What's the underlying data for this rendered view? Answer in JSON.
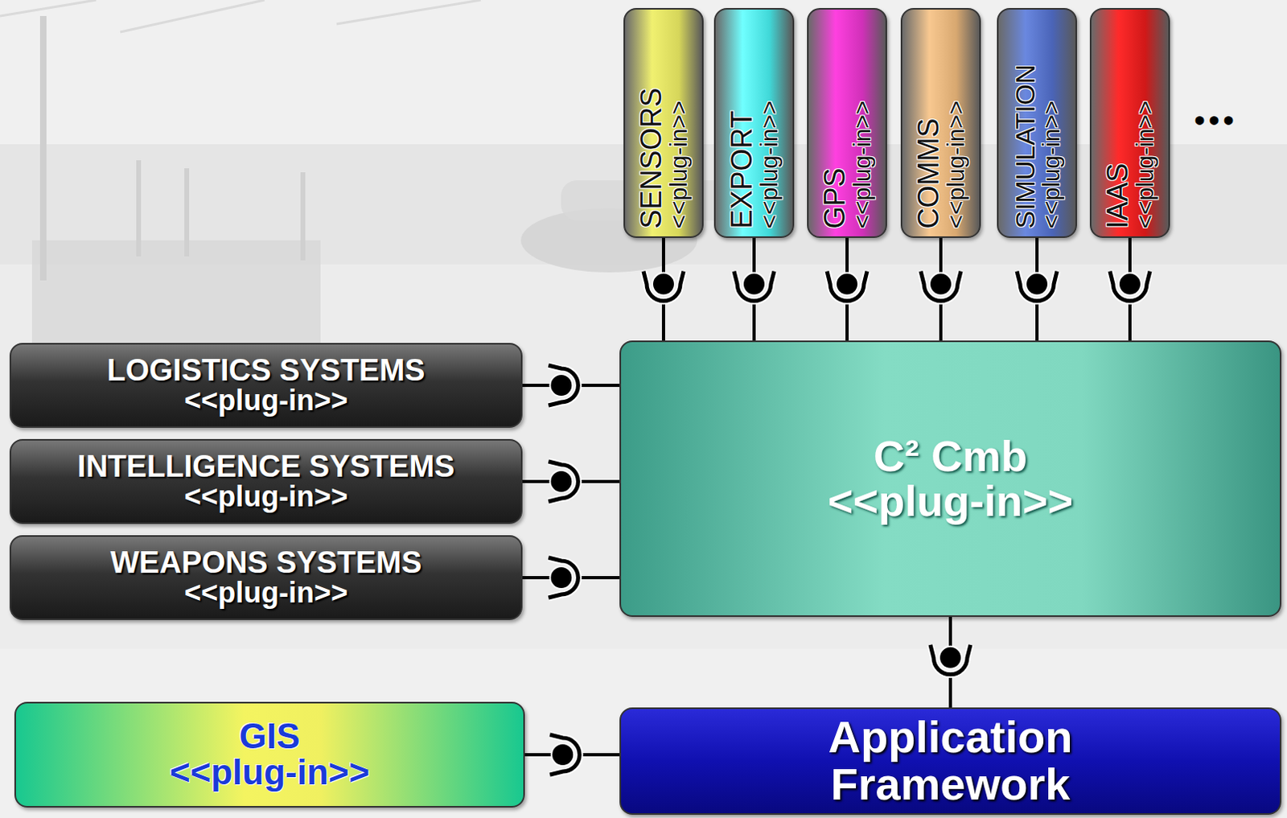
{
  "diagram": {
    "nodes": [
      {
        "text": [
          "SENSORS",
          "<<plug-in>>"
        ]
      },
      {
        "text": [
          "EXPORT",
          "<<plug-in>>"
        ]
      },
      {
        "text": [
          "GPS",
          "<<plug-in>>"
        ]
      },
      {
        "text": [
          "COMMS",
          "<<plug-in>>"
        ]
      },
      {
        "text": [
          "SIMULATION",
          "<<plug-in>>"
        ]
      },
      {
        "text": [
          "IAAS",
          "<<plug-in>>"
        ]
      },
      {
        "text": [
          "LOGISTICS SYSTEMS",
          "<<plug-in>>"
        ]
      },
      {
        "text": [
          "INTELLIGENCE SYSTEMS",
          "<<plug-in>>"
        ]
      },
      {
        "text": [
          "WEAPONS SYSTEMS",
          "<<plug-in>>"
        ]
      },
      {
        "text": [
          "C² Cmb",
          "<<plug-in>>"
        ]
      },
      {
        "text": [
          "GIS",
          "<<plug-in>>"
        ]
      },
      {
        "text": [
          "Application Framework"
        ]
      }
    ],
    "edges": [
      {
        "from": 0,
        "to": 9,
        "arrow": "none"
      },
      {
        "from": 1,
        "to": 9,
        "arrow": "none"
      },
      {
        "from": 2,
        "to": 9,
        "arrow": "none"
      },
      {
        "from": 3,
        "to": 9,
        "arrow": "none"
      },
      {
        "from": 4,
        "to": 9,
        "arrow": "none"
      },
      {
        "from": 5,
        "to": 9,
        "arrow": "none"
      },
      {
        "from": 6,
        "to": 9,
        "arrow": "none"
      },
      {
        "from": 7,
        "to": 9,
        "arrow": "none"
      },
      {
        "from": 8,
        "to": 9,
        "arrow": "none"
      },
      {
        "from": 9,
        "to": 11,
        "arrow": "none"
      },
      {
        "from": 10,
        "to": 11,
        "arrow": "none"
      }
    ],
    "labels": [
      "•••"
    ]
  }
}
